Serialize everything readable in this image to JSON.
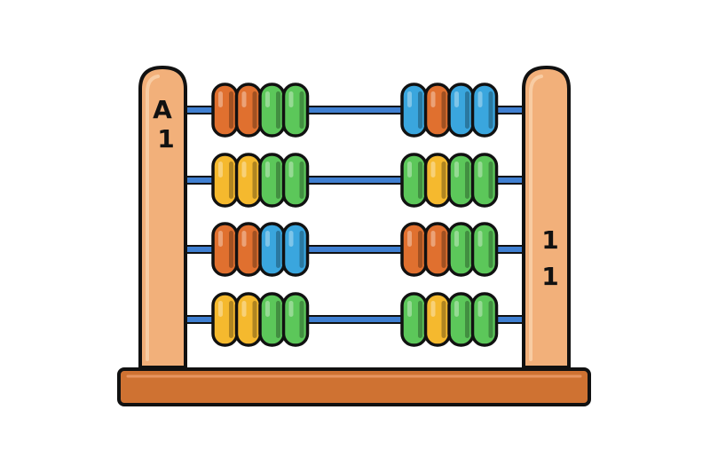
{
  "abacus": {
    "left_post_labels": [
      "A",
      "1"
    ],
    "right_post_labels": [
      "1",
      "1"
    ],
    "rows": [
      {
        "rod_color": "#3f7fd1",
        "left_beads": [
          "orange",
          "orange",
          "green",
          "green"
        ],
        "right_beads": [
          "blue",
          "orange",
          "blue",
          "blue"
        ]
      },
      {
        "rod_color": "#3f7fd1",
        "left_beads": [
          "yellow",
          "yellow",
          "green",
          "green"
        ],
        "right_beads": [
          "green",
          "yellow",
          "green",
          "green"
        ]
      },
      {
        "rod_color": "#3f7fd1",
        "left_beads": [
          "orange",
          "orange",
          "blue",
          "blue"
        ],
        "right_beads": [
          "orange",
          "orange",
          "green",
          "green"
        ]
      },
      {
        "rod_color": "#3f7fd1",
        "left_beads": [
          "yellow",
          "yellow",
          "green",
          "green"
        ],
        "right_beads": [
          "green",
          "yellow",
          "green",
          "green"
        ]
      }
    ]
  },
  "colors": {
    "orange": "#e0702f",
    "yellow": "#f5b92e",
    "green": "#5cc75a",
    "blue": "#3aa6de",
    "post": "#f2b07a",
    "post_highlight": "#f8cca3",
    "base": "#cf7232",
    "base_highlight": "#e89560",
    "outline": "#111111"
  }
}
